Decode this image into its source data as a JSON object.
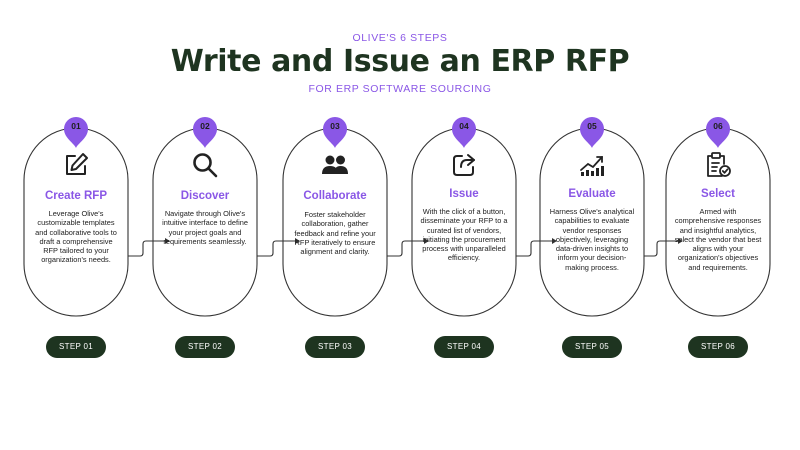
{
  "header": {
    "eyebrow": "OLIVE'S 6 STEPS",
    "title": "Write and Issue an ERP RFP",
    "subtitle": "FOR ERP SOFTWARE SOURCING"
  },
  "colors": {
    "accent_purple": "#8a57e6",
    "dark_green": "#1e3420",
    "outline": "#333333"
  },
  "steps": [
    {
      "number": "01",
      "icon": "pencil-square-icon",
      "title": "Create RFP",
      "description": "Leverage Olive's customizable templates and collaborative tools to draft a comprehensive RFP tailored to your organization's needs.",
      "button_label": "STEP 01"
    },
    {
      "number": "02",
      "icon": "magnifier-icon",
      "title": "Discover",
      "description": "Navigate through Olive's intuitive interface to define your project goals and requirements seamlessly.",
      "button_label": "STEP 02"
    },
    {
      "number": "03",
      "icon": "people-icon",
      "title": "Collaborate",
      "description": "Foster stakeholder collaboration, gather feedback and refine your RFP iteratively to ensure alignment and clarity.",
      "button_label": "STEP 03"
    },
    {
      "number": "04",
      "icon": "share-arrow-icon",
      "title": "Issue",
      "description": "With the click of a button, disseminate your RFP to a curated list of vendors, initiating the procurement process with unparalleled efficiency.",
      "button_label": "STEP 04"
    },
    {
      "number": "05",
      "icon": "growth-chart-icon",
      "title": "Evaluate",
      "description": "Harness Olive's analytical capabilities to evaluate vendor responses objectively, leveraging data-driven insights to inform your decision-making process.",
      "button_label": "STEP 05"
    },
    {
      "number": "06",
      "icon": "checklist-icon",
      "title": "Select",
      "description": "Armed with comprehensive responses and insightful analytics, select the vendor that best aligns with your organization's objectives and requirements.",
      "button_label": "STEP 06"
    }
  ]
}
